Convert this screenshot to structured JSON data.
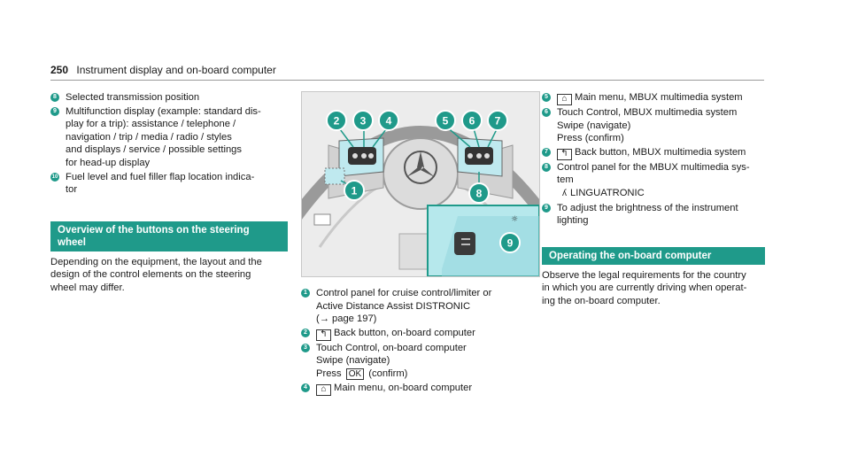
{
  "header": {
    "page_number": "250",
    "title": "Instrument display and on-board computer"
  },
  "left_items": [
    {
      "num": "8",
      "text": "Selected transmission position"
    },
    {
      "num": "9",
      "text": "Multifunction display (example: standard dis-\nplay for a trip): assistance / telephone /\nnavigation / trip / media / radio / styles\nand displays / service / possible settings\nfor head-up display"
    },
    {
      "num": "10",
      "text": "Fuel level and fuel filler flap location indica-\ntor"
    }
  ],
  "section1": {
    "title": "Overview of the buttons on the steering\nwheel",
    "body": "Depending on the equipment, the layout and the\ndesign of the control elements on the steering\nwheel may differ."
  },
  "figure": {
    "callouts": [
      "1",
      "2",
      "3",
      "4",
      "5",
      "6",
      "7",
      "8",
      "9"
    ]
  },
  "mid_items": [
    {
      "num": "1",
      "lines": [
        "Control panel for cruise control/limiter or",
        "Active Distance Assist DISTRONIC",
        "(→ page 197)"
      ]
    },
    {
      "num": "2",
      "icon": "back-icon",
      "lines": [
        "Back button, on-board computer"
      ]
    },
    {
      "num": "3",
      "lines": [
        "Touch Control, on-board computer",
        "Swipe (navigate)"
      ],
      "press": "Press",
      "ok": "OK",
      "confirm": "(confirm)"
    },
    {
      "num": "4",
      "icon": "home-icon",
      "lines": [
        "Main menu, on-board computer"
      ]
    }
  ],
  "right_items": [
    {
      "num": "5",
      "icon": "home-icon",
      "lines": [
        "Main menu, MBUX multimedia system"
      ]
    },
    {
      "num": "6",
      "lines": [
        "Touch Control, MBUX multimedia system",
        "Swipe (navigate)",
        "Press (confirm)"
      ]
    },
    {
      "num": "7",
      "icon": "back-icon",
      "lines": [
        "Back button, MBUX multimedia system"
      ]
    },
    {
      "num": "8",
      "lines": [
        "Control panel for the MBUX multimedia sys-",
        "tem"
      ],
      "sub_icon": "voice-icon",
      "sub_text": "LINGUATRONIC"
    },
    {
      "num": "9",
      "lines": [
        "To adjust the brightness of the instrument",
        "lighting"
      ]
    }
  ],
  "section2": {
    "title": "Operating the on-board computer",
    "body": "Observe the legal requirements for the country\nin which you are currently driving when operat-\ning the on-board computer."
  },
  "colors": {
    "accent": "#1f9a8a",
    "highlight": "#b6e8ec"
  }
}
